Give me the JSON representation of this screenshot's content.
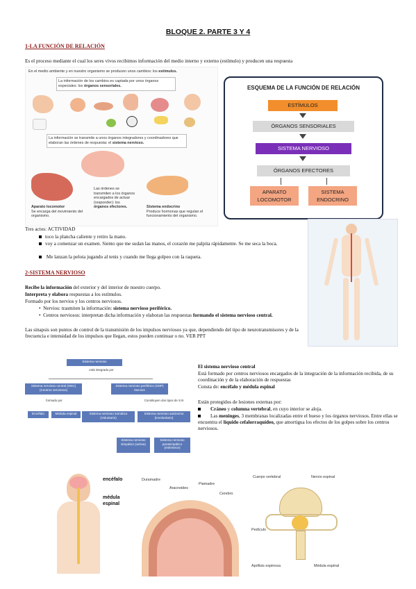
{
  "header": {
    "title": "BLOQUE 2. PARTE 3 Y 4"
  },
  "section1": {
    "heading": "1-LA FUNCIÓN DE RELACIÓN",
    "intro": "Es el proceso mediante el cual los seres vivos recibimos información del medio interno y externo  (estímulo) y  producen una respuesta"
  },
  "figure_left": {
    "caption1_pre": "En el medio ambiente y en nuestro organismo se producen unos cambios: los ",
    "caption1_bold": "estímulos.",
    "caption2_pre": "La información de los cambios es captada por unos órganos especiales: los ",
    "caption2_bold": "órganos sensoriales.",
    "caption3_pre": "La información se transmite a unos órganos integradores y coordinadores que elaboran las órdenes de respuesta: el ",
    "caption3_bold": "sistema nervioso.",
    "caption4_pre": "Las órdenes se transmiten a los órganos encargados de actuar (responder): los ",
    "caption4_bold": "órganos efectores.",
    "locomotor_title": "Aparato locomotor",
    "locomotor_text": "Se encarga del movimiento del organismo.",
    "endocrino_title": "Sistema endocrino",
    "endocrino_text": "Produce hormonas que regulan el funcionamiento del organismo."
  },
  "schema": {
    "title": "ESQUEMA DE LA FUNCIÓN DE RELACIÓN",
    "estimulos": "ESTÍMULOS",
    "organos_sensoriales": "ÓRGANOS SENSORIALES",
    "sistema_nervioso": "SISTEMA NERVIOSO",
    "organos_efectores": "ÓRGANOS EFECTORES",
    "aparato_locomotor": "APARATO LOCOMOTOR",
    "sistema_endocrino": "SISTEMA ENDOCRINO",
    "colors": {
      "orange": "#f28e2b",
      "grey": "#d9d9d9",
      "purple": "#7a2fb8",
      "salmon": "#f4a582"
    }
  },
  "activity": {
    "heading": "Tres actos: ACTIVIDAD",
    "items": [
      "toco la plancha caliente  y retiro la mano.",
      "voy a comenzar un examen. Siento que me sudan las manos, el corazón me palpita rápidamente. Se me seca la boca.",
      " Me lanzan la pelota jugando al tenis y cuando me llega golpeo con la raqueta."
    ]
  },
  "section2": {
    "heading": "2-SISTEMA NERVIOSO",
    "l1_bold": "Recibe la información",
    "l1_rest": " del exterior y del interior de nuestro cuerpo.",
    "l2_bold": "Interpreta y elabora",
    "l2_rest": " respuestas a los estímulos.",
    "l3": "Formado por los nervios y los centros nerviosos.",
    "b1_pre": "Nervios: trasmiten la información:  ",
    "b1_bold": "sistema nervioso periférico.",
    "b2_pre": "Centros nerviosos:  interpretan dicha información y elaboran las respuestas ",
    "b2_bold": "formando el sistema nervioso central.",
    "synapse": "Las sinapsis son puntos de control de la transmisión de los impulsos nerviosos ya que, dependiendo del tipo de neurotransmisores y de la frecuencia e intensidad de los impulsos que llegan, estos pueden continuar o no. VER PPT"
  },
  "flowchart": {
    "root": "Sistema nervioso",
    "root_sub": "está integrado por",
    "snc": "Sistema nervioso central (SNC) (Centros nerviosos)",
    "snp": "Sistema nervioso periférico (SNP) Nervios",
    "formado": "formado por",
    "constituyen": "Constituyen dos tipos de S.N",
    "encefalo": "Encéfalo",
    "medula": "Médula espinal",
    "somatico": "Sistema nervioso somático (Voluntario)",
    "autonomo": "Sistema nervioso autónomo (Involuntario)",
    "simpatico": "Sistema nervioso simpático (activa)",
    "parasimpatico": "Sistema nervioso parasimpático (enlentece)"
  },
  "snc_text": {
    "heading": "El sistema nervioso central",
    "p1": "Está formado por centros nerviosos encargados de la integración de la información recibida, de su coordinación y de la elaboración de respuestas",
    "p2_pre": "Consta de: ",
    "p2_bold": "encéfalo y médula espinal",
    "p3": "Están protegidos de lesiones externas por:",
    "i1_bold1": "Cráneo",
    "i1_mid": " y ",
    "i1_bold2": "columna vertebral",
    "i1_rest": ", en cuyo interior se aloja.",
    "i2_pre": "Las ",
    "i2_bold": "meninges",
    "i2_rest": ", 3 membranas localizadas entre el hueso y los órganos nerviosos. Entre ellas se encuentra el ",
    "i2_bold2": "líquido cefalorraquídeo,",
    "i2_end": " que amortigua los efectos de los golpes sobre los centros nerviosos."
  },
  "bottom_figs": {
    "encefalo": "encéfalo",
    "medula": "médula espinal",
    "duramadre": "Duramadre",
    "aracnoides": "Aracnoides",
    "piamadre": "Piamadre",
    "cerebro": "Cerebro",
    "cuerpo_vertebral": "Cuerpo vertebral",
    "nervio_espinal": "Nervio espinal",
    "pediculo": "Pedículo",
    "apofisis": "Apófisis espinosa",
    "medula_espinal": "Médula espinal"
  }
}
